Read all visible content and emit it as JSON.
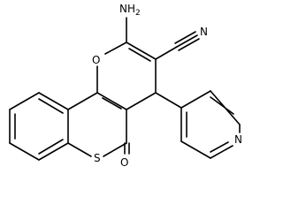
{
  "atoms": {
    "amino": "NH",
    "amino_subscript": "2",
    "pyran_oxygen": "O",
    "nitrile_nitrogen": "N",
    "thio_sulfur": "S",
    "carbonyl_oxygen": "O",
    "pyridine_nitrogen": "N"
  },
  "colors": {
    "bond": "#000000",
    "label": "#000000",
    "background": "#ffffff"
  }
}
